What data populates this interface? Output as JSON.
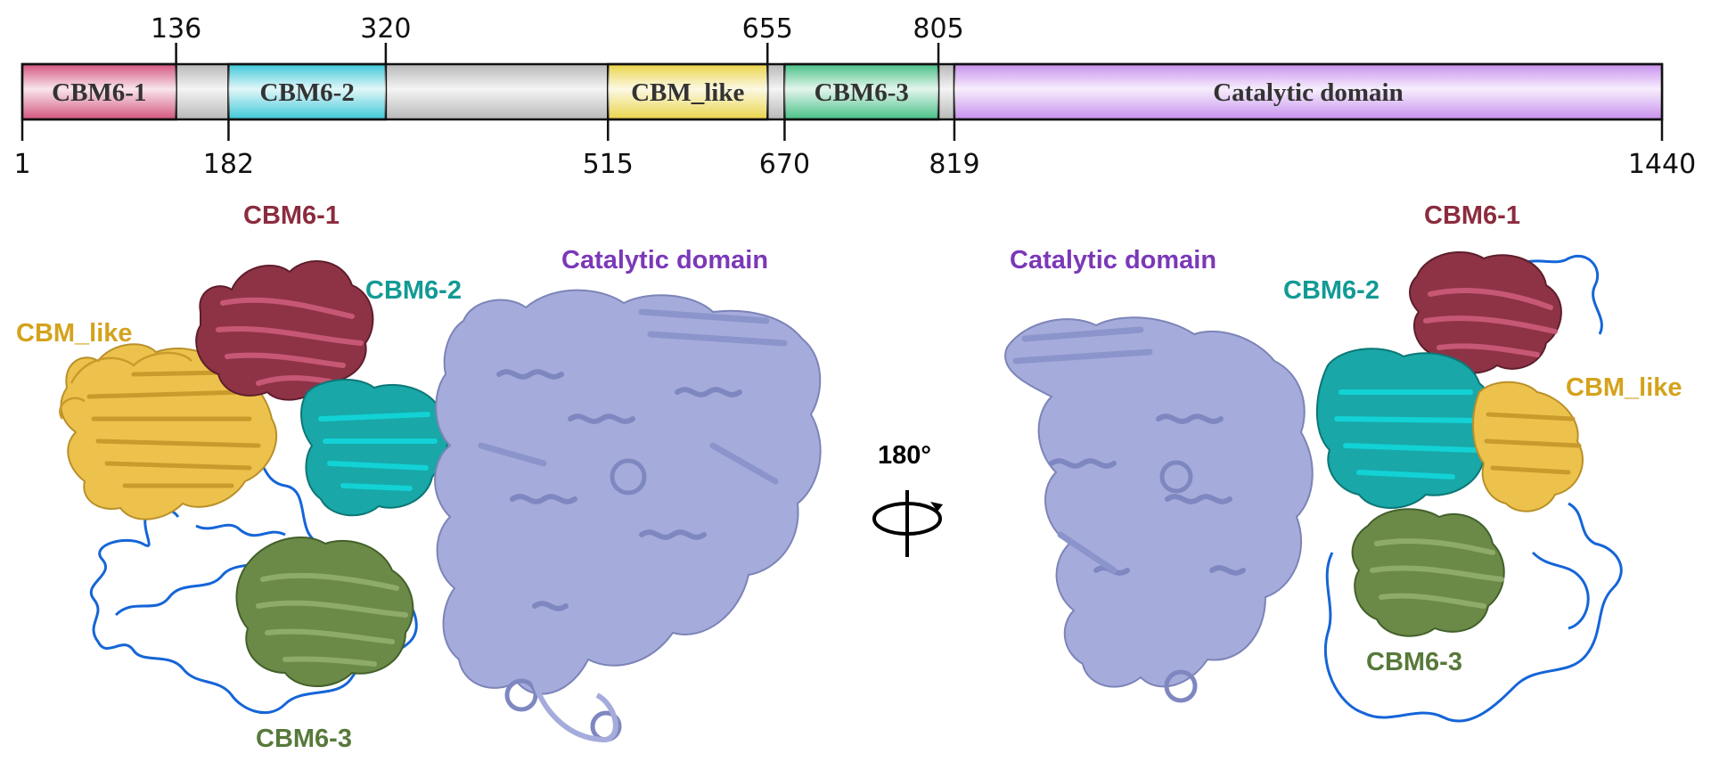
{
  "domain_map": {
    "total_length": 1440,
    "domains": [
      {
        "name": "CBM6-1",
        "start": 1,
        "end": 136,
        "color": "#d4557e"
      },
      {
        "name": "CBM6-2",
        "start": 182,
        "end": 320,
        "color": "#3ec8d8"
      },
      {
        "name": "CBM_like",
        "start": 515,
        "end": 655,
        "color": "#ead449"
      },
      {
        "name": "CBM6-3",
        "start": 670,
        "end": 805,
        "color": "#48c086"
      },
      {
        "name": "Catalytic domain",
        "start": 819,
        "end": 1440,
        "color": "#c890ee"
      }
    ],
    "linker_color": "#b8b8b8",
    "top_ticks": [
      "136",
      "320",
      "655",
      "805"
    ],
    "bottom_ticks": [
      "1",
      "182",
      "515",
      "670",
      "819",
      "1440"
    ]
  },
  "structures": {
    "left": {
      "labels": {
        "cbm6_1": "CBM6-1",
        "cbm6_2": "CBM6-2",
        "cbm_like": "CBM_like",
        "cbm6_3": "CBM6-3",
        "catalytic": "Catalytic domain"
      }
    },
    "right": {
      "labels": {
        "cbm6_1": "CBM6-1",
        "cbm6_2": "CBM6-2",
        "cbm_like": "CBM_like",
        "cbm6_3": "CBM6-3",
        "catalytic": "Catalytic domain"
      }
    },
    "label_colors": {
      "cbm6_1": "#8b2c3e",
      "cbm6_2": "#129a95",
      "cbm_like": "#d4a21c",
      "cbm6_3": "#57793a",
      "catalytic": "#7b38b8"
    },
    "colors": {
      "cbm6_1": "#8e3346",
      "cbm6_2": "#19a7a7",
      "cbm_like": "#edc24c",
      "cbm6_3": "#6b8a48",
      "catalytic": "#a5acdb",
      "linker": "#1565d8"
    }
  },
  "rotation": {
    "label": "180°",
    "icon": "rotate-around-vertical-axis-icon"
  }
}
